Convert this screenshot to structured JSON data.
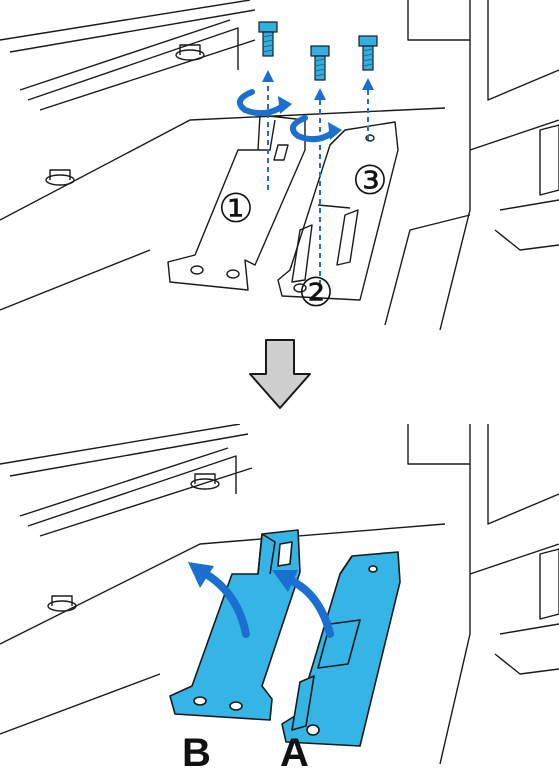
{
  "step_markers": [
    "①",
    "②",
    "③"
  ],
  "part_labels": [
    "B",
    "A"
  ],
  "colors": {
    "outline": "#1a1a1a",
    "screw": "#33aee0",
    "screw_dark": "#1b6f95",
    "motion_arrow": "#1a6fd0",
    "dashed_line": "#1a6fd0",
    "highlight_part": "#35b4e6",
    "transition_arrow": "#cfcfcf"
  },
  "icons": [
    "screw-icon",
    "rotate-arrow-icon",
    "down-arrow-icon",
    "lift-arrow-icon"
  ]
}
